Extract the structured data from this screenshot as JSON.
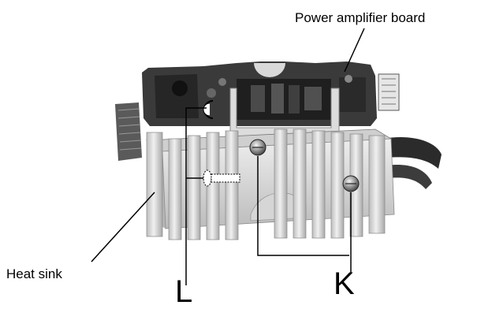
{
  "labels": {
    "power_amplifier_board": "Power amplifier board",
    "heat_sink": "Heat sink",
    "callout_L": "L",
    "callout_K": "K"
  },
  "colors": {
    "background": "#ffffff",
    "metal": "#d8d8d8",
    "pcb": "#2f2f2f",
    "line": "#000000"
  }
}
